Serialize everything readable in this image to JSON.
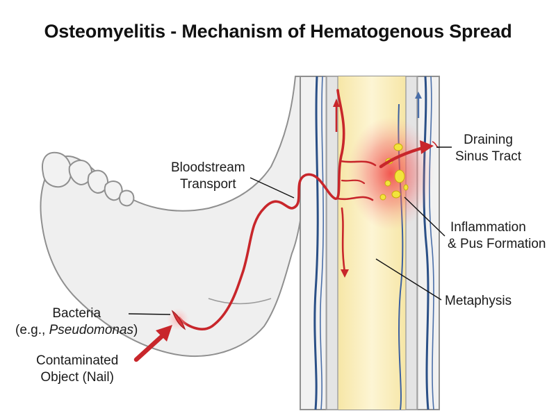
{
  "title": "Osteomyelitis - Mechanism of Hematogenous Spread",
  "labels": {
    "bloodstream": {
      "line1": "Bloodstream",
      "line2": "Transport"
    },
    "draining": {
      "line1": "Draining",
      "line2": "Sinus Tract"
    },
    "inflammation": {
      "line1": "Inflammation",
      "line2": "& Pus Formation"
    },
    "metaphysis": {
      "line1": "Metaphysis"
    },
    "bacteria": {
      "line1": "Bacteria",
      "line2_prefix": "(e.g., ",
      "line2_italic": "Pseudomonas",
      "line2_suffix": ")"
    },
    "contaminated": {
      "line1": "Contaminated",
      "line2": "Object (Nail)"
    }
  },
  "colors": {
    "artery": "#c8262b",
    "vein": "#2a4f86",
    "bone": "#fbf0c4",
    "skin": "#eeeeee",
    "outline": "#8f8f8f",
    "pus": "#f2e43c",
    "inflammation": "#f04848"
  }
}
